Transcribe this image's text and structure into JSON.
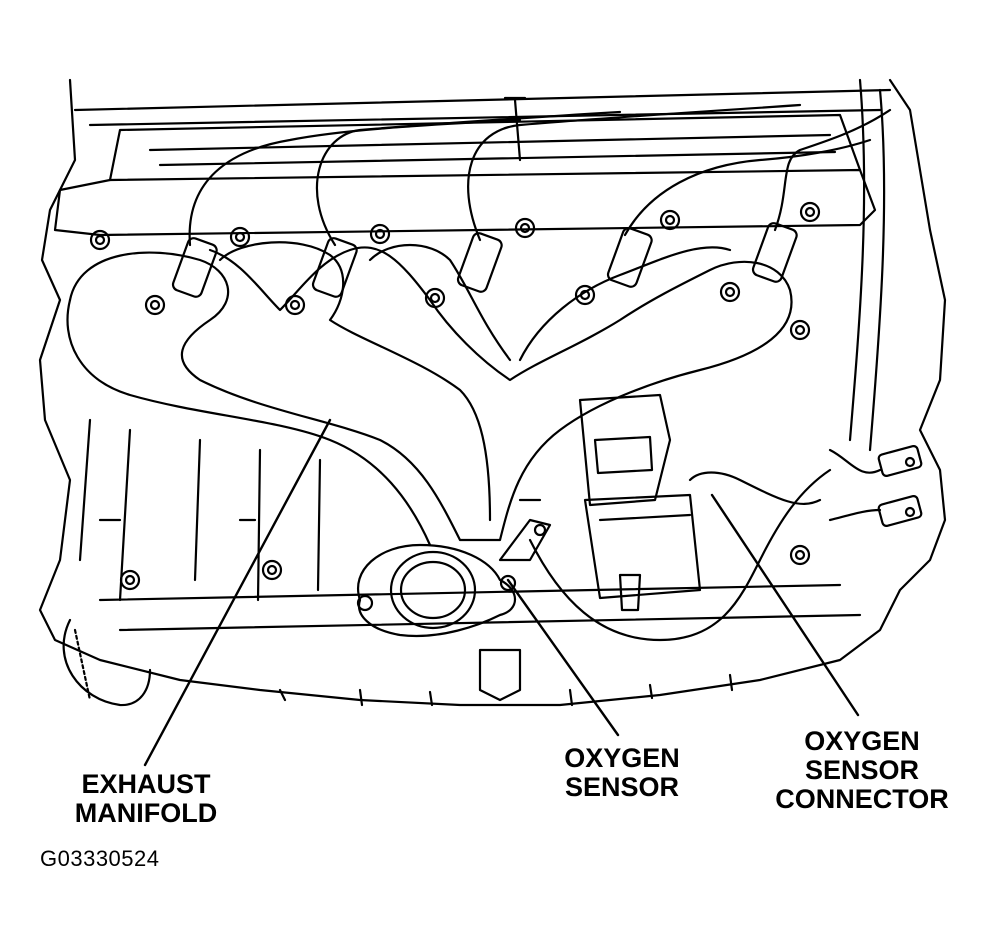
{
  "labels": {
    "exhaust_manifold": [
      "EXHAUST",
      "MANIFOLD"
    ],
    "oxygen_sensor": [
      "OXYGEN",
      "SENSOR"
    ],
    "oxygen_sensor_connector": [
      "OXYGEN",
      "SENSOR",
      "CONNECTOR"
    ]
  },
  "figure_id": "G03330524",
  "colors": {
    "ink": "#000000",
    "paper": "#ffffff"
  }
}
